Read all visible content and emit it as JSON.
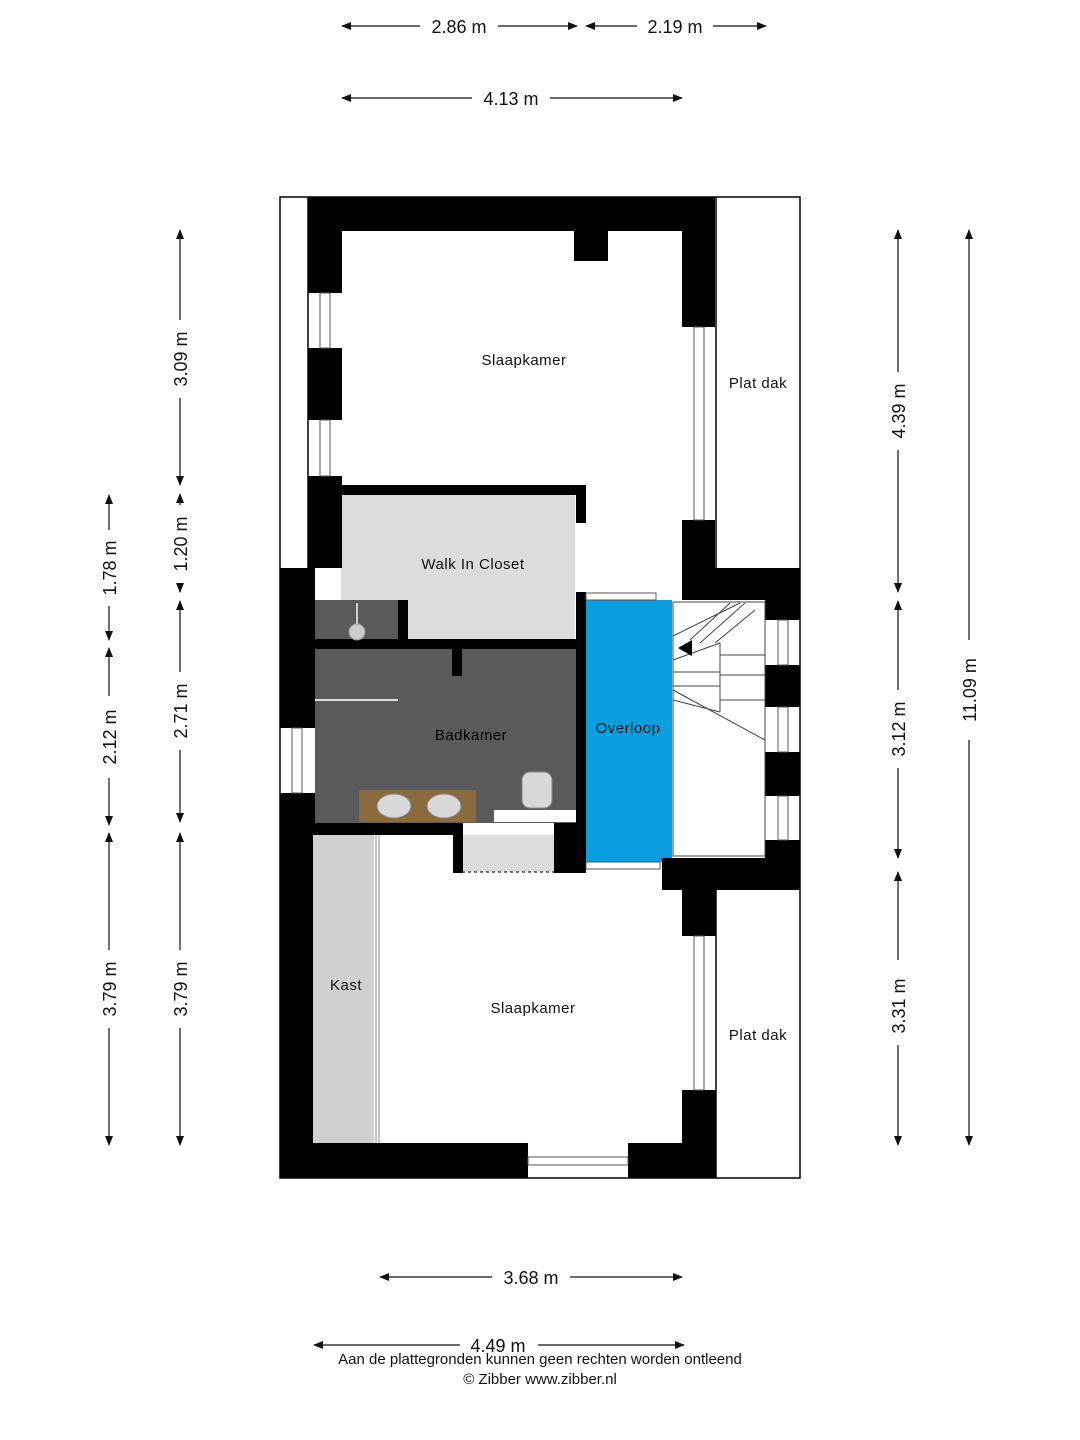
{
  "rooms": {
    "slaapkamer_top": "Slaapkamer",
    "walk_in_closet": "Walk In Closet",
    "badkamer": "Badkamer",
    "overloop": "Overloop",
    "slaapkamer_bottom": "Slaapkamer",
    "kast": "Kast",
    "plat_dak_top": "Plat dak",
    "plat_dak_bottom": "Plat dak"
  },
  "dimensions": {
    "top_1": "2.86 m",
    "top_2": "2.19 m",
    "top_3": "4.13 m",
    "bottom_1": "3.68 m",
    "bottom_2": "4.49 m",
    "left_outer_1": "1.78 m",
    "left_outer_2": "2.12 m",
    "left_outer_3": "3.79 m",
    "left_inner_1": "3.09 m",
    "left_inner_2": "1.20 m",
    "left_inner_3": "2.71 m",
    "left_inner_4": "3.79 m",
    "right_inner_1": "4.39 m",
    "right_inner_2": "3.12 m",
    "right_inner_3": "3.31 m",
    "right_outer": "11.09 m"
  },
  "footer": {
    "line1": "Aan de plattegronden kunnen geen rechten worden ontleend",
    "line2": "© Zibber www.zibber.nl"
  },
  "colors": {
    "wall": "#000000",
    "overloop": "#0a9ee0",
    "badkamer": "#5a5a5a",
    "walk_in_closet": "#dcdcdc",
    "kast": "#d0d0d0"
  }
}
